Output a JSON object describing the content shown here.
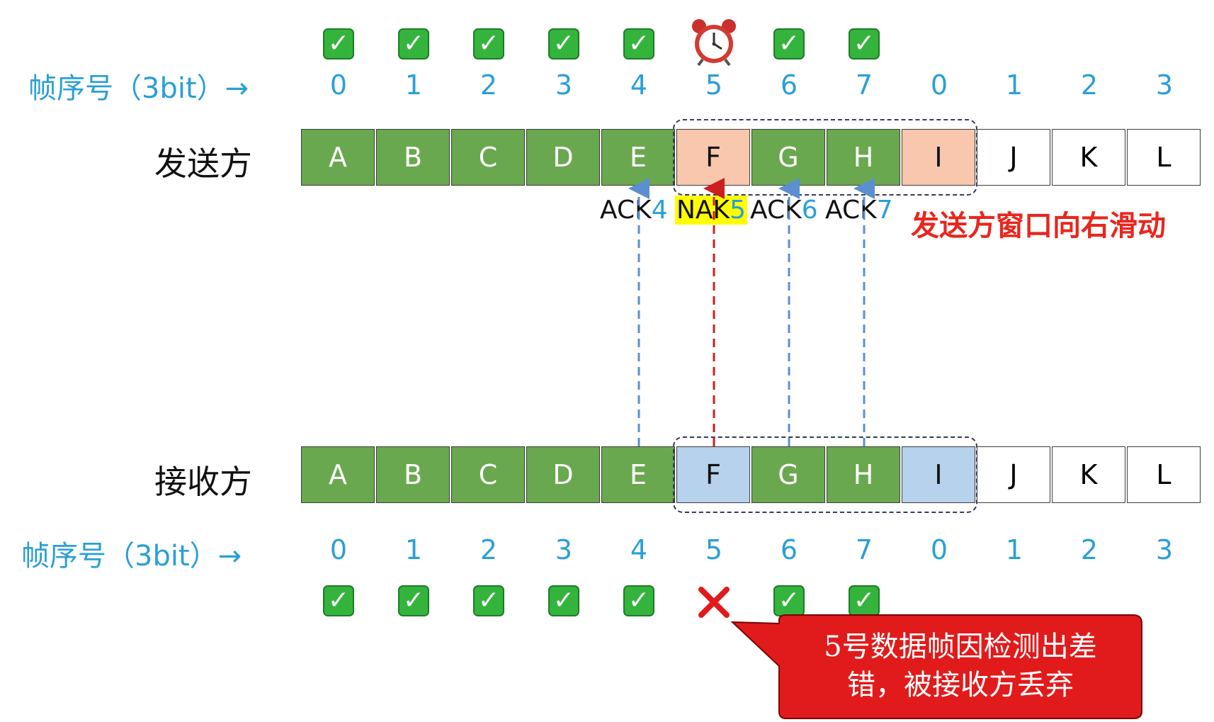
{
  "seq_label": "帧序号（3bit）→",
  "sender_label": "发送方",
  "receiver_label": "接收方",
  "seq_numbers": [
    "0",
    "1",
    "2",
    "3",
    "4",
    "5",
    "6",
    "7",
    "0",
    "1",
    "2",
    "3"
  ],
  "frames": [
    "A",
    "B",
    "C",
    "D",
    "E",
    "F",
    "G",
    "H",
    "I",
    "J",
    "K",
    "L"
  ],
  "sender_frame_states": [
    "sent-ok",
    "sent-ok",
    "sent-ok",
    "sent-ok",
    "sent-ok",
    "window-unacked",
    "sent-ok",
    "sent-ok",
    "window-unacked",
    "unsent",
    "unsent",
    "unsent"
  ],
  "receiver_frame_states": [
    "received-ok",
    "received-ok",
    "received-ok",
    "received-ok",
    "received-ok",
    "window-pending",
    "received-ok",
    "received-ok",
    "window-pending",
    "outside",
    "outside",
    "outside"
  ],
  "sender_status_icons": [
    "check-icon",
    "check-icon",
    "check-icon",
    "check-icon",
    "check-icon",
    "alarm-clock-icon",
    "check-icon",
    "check-icon"
  ],
  "receiver_status_icons": [
    "check-icon",
    "check-icon",
    "check-icon",
    "check-icon",
    "check-icon",
    "cross-icon",
    "check-icon",
    "check-icon"
  ],
  "acks": [
    {
      "prefix": "ACK",
      "num": "4",
      "type": "ack"
    },
    {
      "prefix": "NAK",
      "num": "5",
      "type": "nak"
    },
    {
      "prefix": "ACK",
      "num": "6",
      "type": "ack"
    },
    {
      "prefix": "ACK",
      "num": "7",
      "type": "ack"
    }
  ],
  "slide_note": "发送方窗口向右滑动",
  "callout": {
    "line1": "5号数据帧因检测出差",
    "line2": "错，被接收方丢弃"
  },
  "colors": {
    "frame_green": "#6aa84f",
    "sender_window": "#f8c7ad",
    "receiver_window": "#b7d2ec",
    "seq_blue": "#2a9fd8",
    "ack_arrow": "#5b8fd0",
    "nak_arrow": "#cc1f1f",
    "note_red": "#e8261e",
    "callout_red": "#e11b1b"
  }
}
